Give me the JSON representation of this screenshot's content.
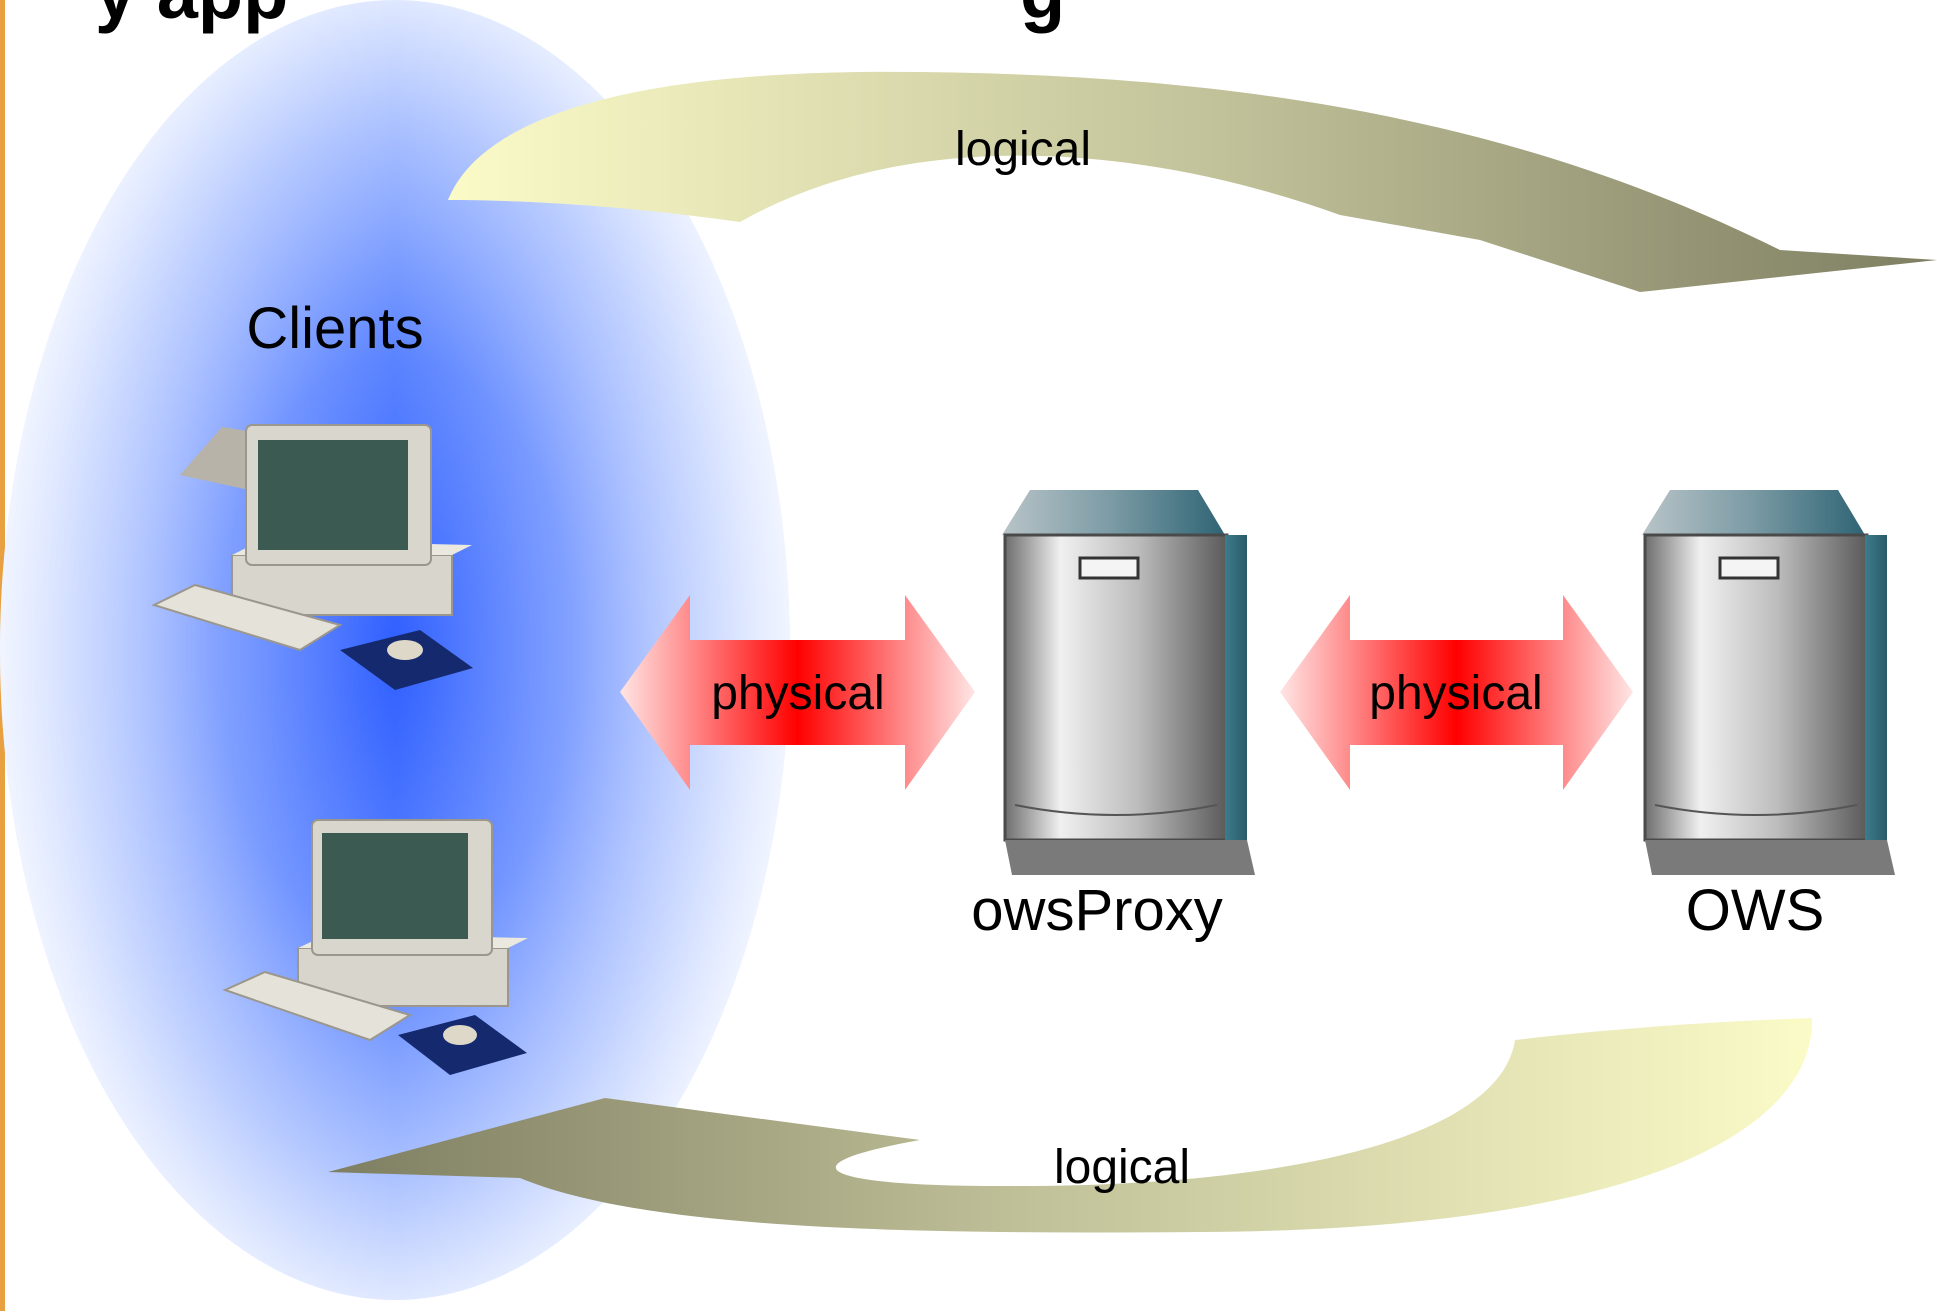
{
  "diagram": {
    "title_partial": "y app",
    "title_partial_right": "g",
    "zones": {
      "clients_label": "Clients"
    },
    "nodes": {
      "proxy_label": "owsProxy",
      "ows_label": "OWS"
    },
    "connections": {
      "client_proxy_label": "physical",
      "proxy_ows_label": "physical",
      "top_logical_label": "logical",
      "bottom_logical_label": "logical"
    },
    "colors": {
      "zone_blue": "#2f5fff",
      "physical_red": "#ff0000",
      "logical_olive": "#8b8b6b",
      "logical_cream": "#fbfbc8",
      "server_body": "#8a8a8a",
      "server_top": "#3a7080",
      "frame_orange": "#e8a040"
    }
  }
}
